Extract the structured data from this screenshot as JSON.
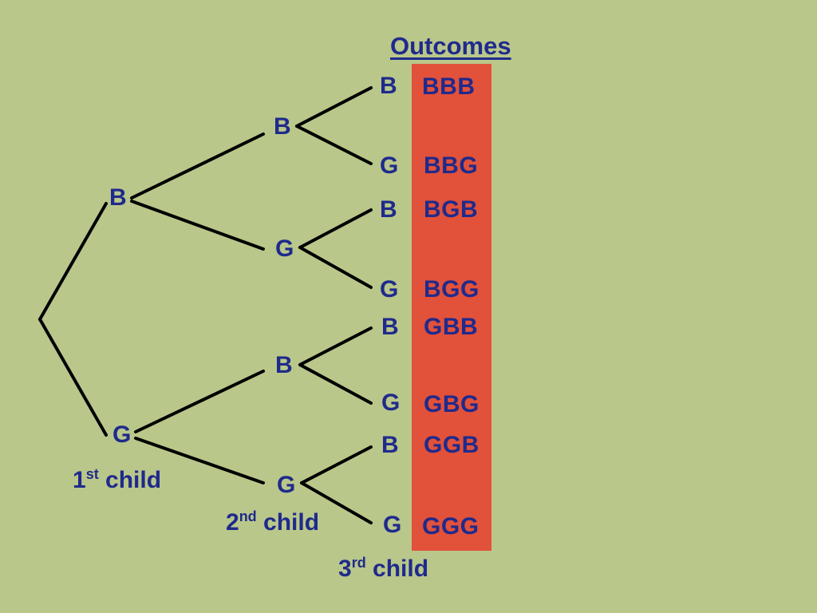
{
  "colors": {
    "background": "#b9c78a",
    "text": "#1f2a8c",
    "outcome_panel": "#e2513a",
    "branch_line": "#000000"
  },
  "title": "Outcomes",
  "nodes": {
    "first": [
      "B",
      "G"
    ],
    "second": [
      "B",
      "G",
      "B",
      "G"
    ],
    "third": [
      "B",
      "G",
      "B",
      "G",
      "B",
      "G",
      "B",
      "G"
    ]
  },
  "outcomes": [
    "BBB",
    "BBG",
    "BGB",
    "BGG",
    "GBB",
    "GBG",
    "GGB",
    "GGG"
  ],
  "levels": [
    {
      "num": "1",
      "sup": "st",
      "word": "child"
    },
    {
      "num": "2",
      "sup": "nd",
      "word": "child"
    },
    {
      "num": "3",
      "sup": "rd",
      "word": "child"
    }
  ]
}
